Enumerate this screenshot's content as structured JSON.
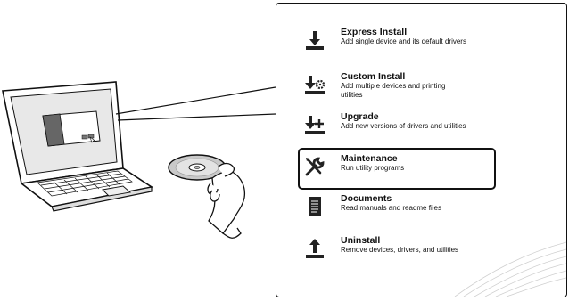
{
  "installer": {
    "items": [
      {
        "id": "express",
        "title": "Express Install",
        "desc": "Add single device and its default drivers",
        "icon": "download-arrow-icon"
      },
      {
        "id": "custom",
        "title": "Custom Install",
        "desc": "Add multiple devices and printing utilities",
        "icon": "download-gear-icon"
      },
      {
        "id": "upgrade",
        "title": "Upgrade",
        "desc": "Add new versions of drivers and utilities",
        "icon": "download-plus-icon"
      },
      {
        "id": "maintenance",
        "title": "Maintenance",
        "desc": "Run utility programs",
        "icon": "wrench-screwdriver-icon"
      },
      {
        "id": "documents",
        "title": "Documents",
        "desc": "Read manuals and readme files",
        "icon": "document-icon"
      },
      {
        "id": "uninstall",
        "title": "Uninstall",
        "desc": "Remove devices, drivers, and utilities",
        "icon": "upload-arrow-icon"
      }
    ],
    "highlighted": "Maintenance"
  }
}
